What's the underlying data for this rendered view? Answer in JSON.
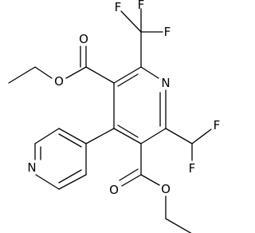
{
  "structure": {
    "atoms": {
      "f1": "F",
      "f2": "F",
      "f3": "F",
      "f4": "F",
      "f5": "F",
      "n_pyridine_core": "N",
      "n_pyridyl": "N",
      "o_ester1_carbonyl": "O",
      "o_ester1_ether": "O",
      "o_ester2_carbonyl": "O",
      "o_ester2_ether": "O"
    }
  }
}
